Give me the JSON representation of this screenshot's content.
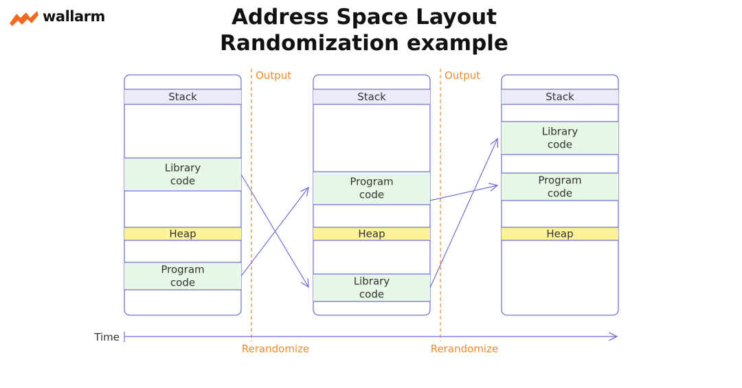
{
  "brand": {
    "name": "wallarm",
    "logo_color": "#f26a21"
  },
  "title": {
    "line1": "Address Space Layout",
    "line2": "Randomization example"
  },
  "colors": {
    "outline": "#6f6fd6",
    "stack": "#ecebf9",
    "code": "#e6f7e6",
    "heap": "#fbf29a",
    "accent": "#f08a2b"
  },
  "columns": [
    {
      "segments": [
        {
          "type": "stack",
          "label": [
            "Stack"
          ]
        },
        {
          "type": "code",
          "label": [
            "Library",
            "code"
          ]
        },
        {
          "type": "heap",
          "label": [
            "Heap"
          ]
        },
        {
          "type": "code",
          "label": [
            "Program",
            "code"
          ]
        }
      ]
    },
    {
      "segments": [
        {
          "type": "stack",
          "label": [
            "Stack"
          ]
        },
        {
          "type": "code",
          "label": [
            "Program",
            "code"
          ]
        },
        {
          "type": "heap",
          "label": [
            "Heap"
          ]
        },
        {
          "type": "code",
          "label": [
            "Library",
            "code"
          ]
        }
      ]
    },
    {
      "segments": [
        {
          "type": "stack",
          "label": [
            "Stack"
          ]
        },
        {
          "type": "code",
          "label": [
            "Library",
            "code"
          ]
        },
        {
          "type": "code",
          "label": [
            "Program",
            "code"
          ]
        },
        {
          "type": "heap",
          "label": [
            "Heap"
          ]
        }
      ]
    }
  ],
  "dividers": [
    {
      "output_label": "Output",
      "rerandomize_label": "Rerandomize"
    },
    {
      "output_label": "Output",
      "rerandomize_label": "Rerandomize"
    }
  ],
  "time_axis": {
    "label": "Time"
  }
}
